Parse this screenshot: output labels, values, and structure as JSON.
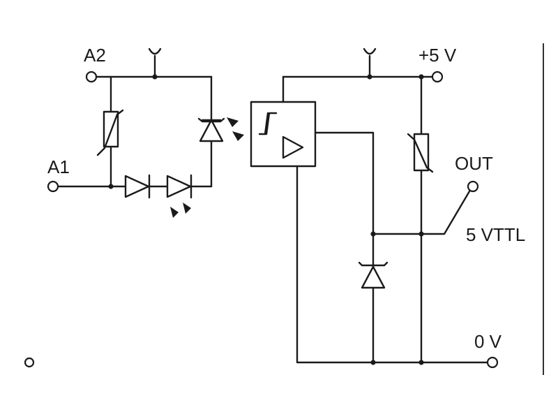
{
  "labels": {
    "a2": "A2",
    "a1": "A1",
    "plus5v": "+5 V",
    "out": "OUT",
    "vttl": "5 VTTL",
    "zero_v": "0 V"
  }
}
